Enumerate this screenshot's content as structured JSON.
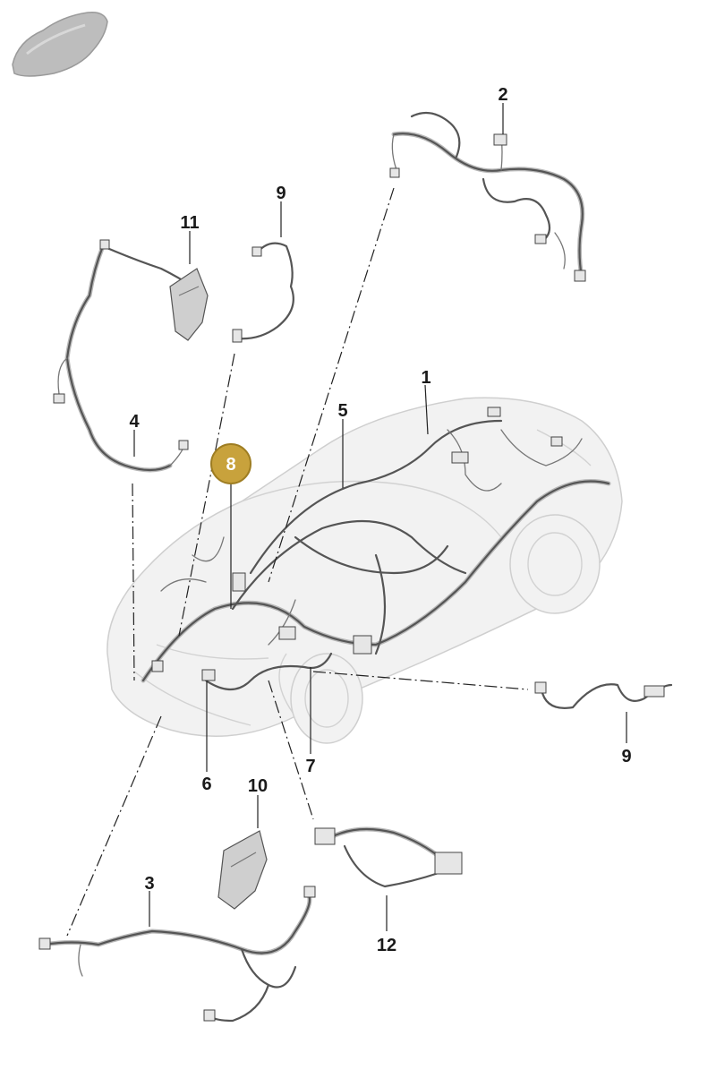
{
  "diagram": {
    "callouts": [
      {
        "id": "c1",
        "label": "1"
      },
      {
        "id": "c2",
        "label": "2"
      },
      {
        "id": "c3",
        "label": "3"
      },
      {
        "id": "c4",
        "label": "4"
      },
      {
        "id": "c5",
        "label": "5"
      },
      {
        "id": "c6",
        "label": "6"
      },
      {
        "id": "c7",
        "label": "7"
      },
      {
        "id": "c8",
        "label": "8"
      },
      {
        "id": "c9a",
        "label": "9"
      },
      {
        "id": "c9b",
        "label": "9"
      },
      {
        "id": "c10",
        "label": "10"
      },
      {
        "id": "c11",
        "label": "11"
      },
      {
        "id": "c12",
        "label": "12"
      }
    ],
    "highlighted_callout": "8",
    "highlight_color": "#c8a23c",
    "highlight_stroke": "#9e7d22"
  }
}
